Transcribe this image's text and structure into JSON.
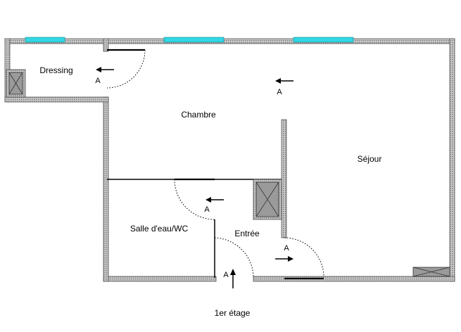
{
  "rooms": {
    "dressing": "Dressing",
    "chambre": "Chambre",
    "sejour": "Séjour",
    "salle": "Salle d'eau/WC",
    "entree": "Entrée"
  },
  "arrows": {
    "dressing": "A",
    "chambre": "A",
    "salle": "A",
    "entree_door": "A",
    "entree_main": "A"
  },
  "floor": "1er étage",
  "colors": {
    "wall_fill": "#b8b8b8",
    "wall_stroke": "#555555",
    "window": "#33d6e3",
    "shaft_fill": "#9a9a9a"
  }
}
